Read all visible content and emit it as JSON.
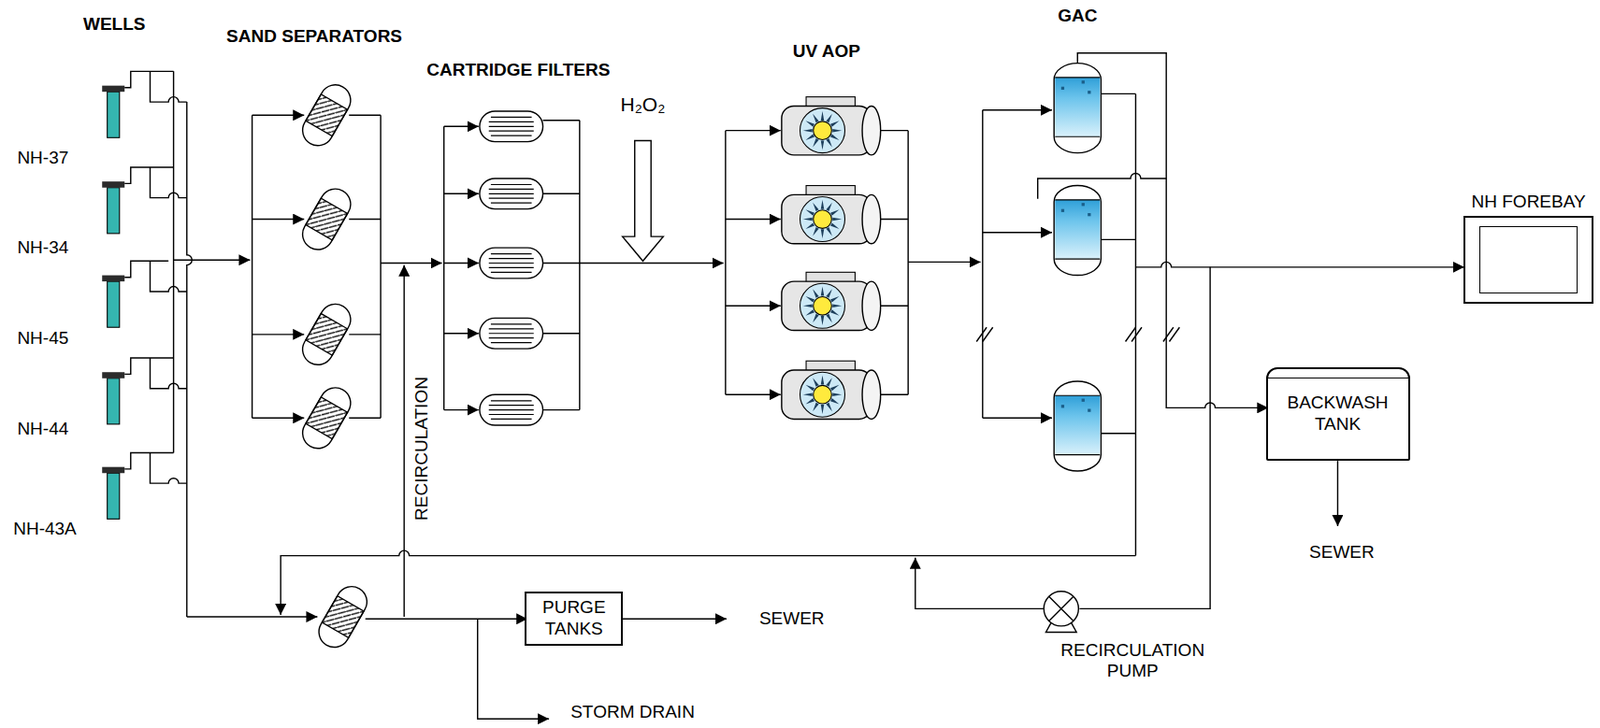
{
  "diagram": {
    "nodes": [
      {
        "text": [
          "NH FOREBAY"
        ]
      },
      {
        "text": [
          "BACKWASH TANK"
        ]
      },
      {
        "text": [
          "PURGE TANKS"
        ]
      }
    ],
    "labels": [
      "WELLS",
      "SAND SEPARATORS",
      "CARTRIDGE FILTERS",
      "H₂O₂",
      "UV AOP",
      "GAC",
      "NH-37",
      "NH-34",
      "NH-45",
      "NH-44",
      "NH-43A",
      "RECIRCULATION",
      "SEWER",
      "STORM DRAIN",
      "RECIRCULATION PUMP",
      "SEWER"
    ]
  }
}
